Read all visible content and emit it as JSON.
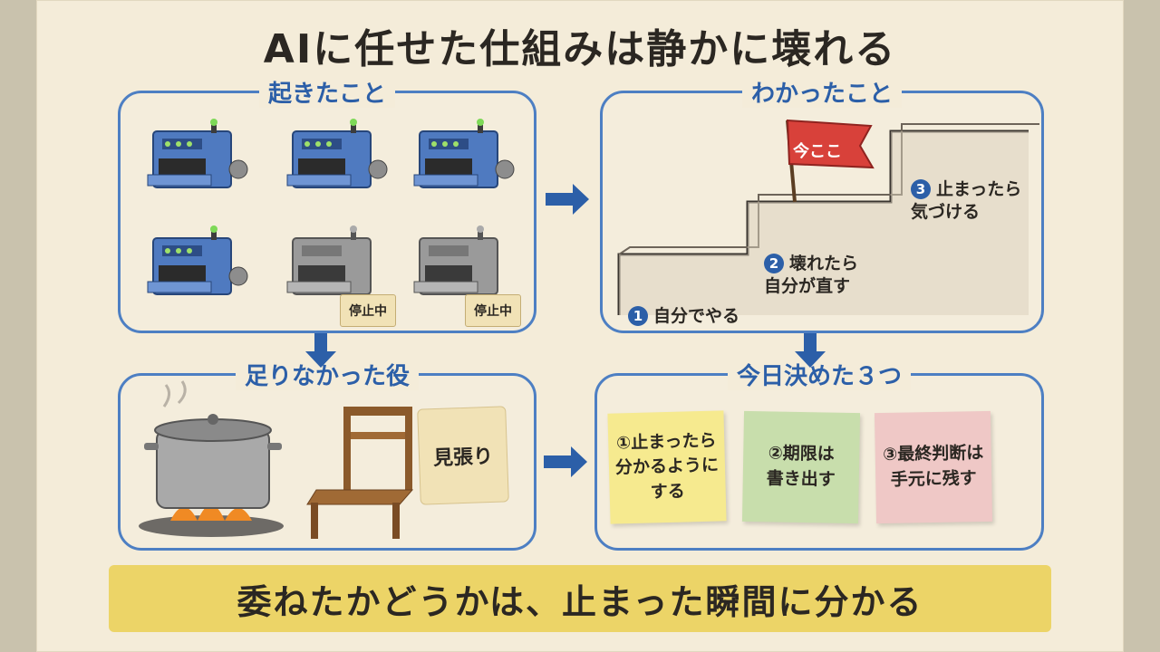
{
  "title": "AIに任せた仕組みは静かに壊れる",
  "panels": {
    "what_happened": {
      "title": "起きたこと",
      "stopped_sign": "停止中"
    },
    "what_learned": {
      "title": "わかったこと",
      "flag": "今ここ",
      "steps": [
        {
          "num": "1",
          "text": "自分でやる"
        },
        {
          "num": "2",
          "text": "壊れたら\n自分が直す"
        },
        {
          "num": "3",
          "text": "止まったら\n気づける"
        }
      ]
    },
    "missing_role": {
      "title": "足りなかった役",
      "tag": "見張り"
    },
    "decided": {
      "title": "今日決めた３つ",
      "notes": [
        "①止まったら\n分かるように\nする",
        "②期限は\n書き出す",
        "③最終判断は\n手元に残す"
      ]
    }
  },
  "banner": "委ねたかどうかは、止まった瞬間に分かる",
  "colors": {
    "accent": "#2c5fa8",
    "banner": "#ecd467",
    "paper": "#f4ecd9"
  }
}
